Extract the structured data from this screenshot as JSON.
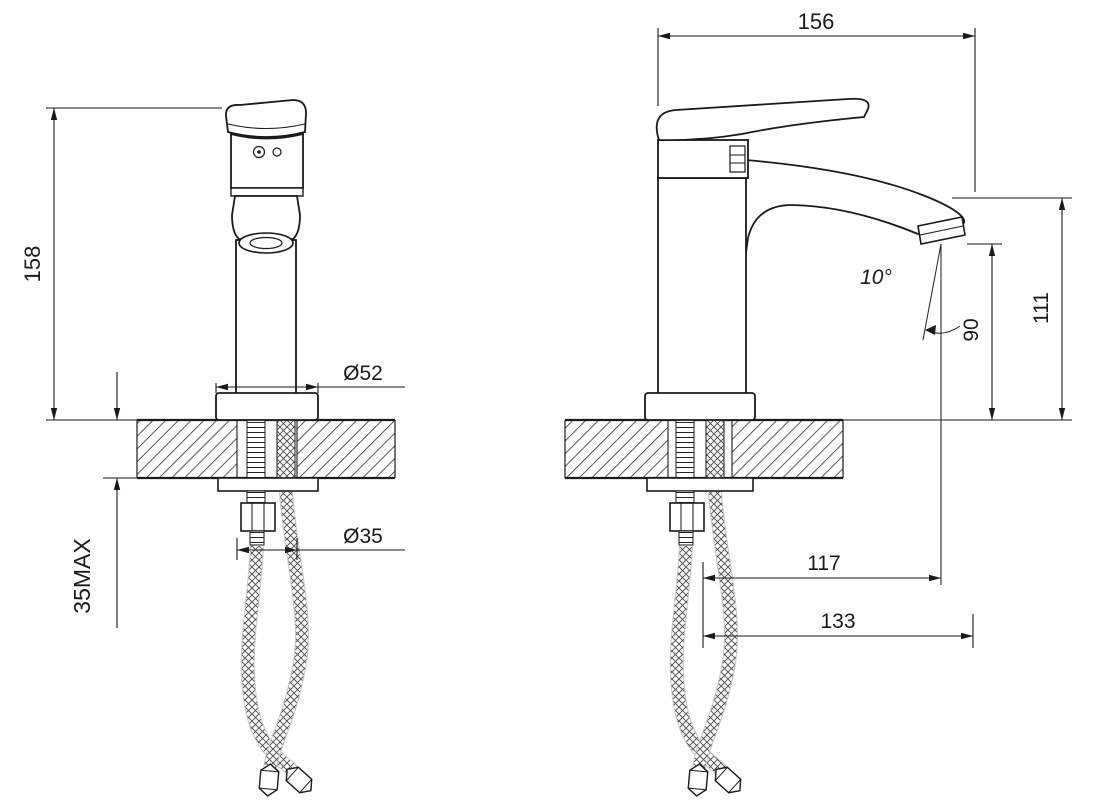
{
  "front_view": {
    "height": "158",
    "base_diameter": "Ø52",
    "mounting_hole_diameter": "Ø35",
    "deck_thickness_max": "35MAX"
  },
  "side_view": {
    "overall_length": "156",
    "spout_top_height": "111",
    "outlet_height": "90",
    "outlet_angle": "10°",
    "outlet_reach": "117",
    "tip_reach": "133"
  },
  "colors": {
    "line": "#1a1a1a",
    "background": "#ffffff"
  }
}
